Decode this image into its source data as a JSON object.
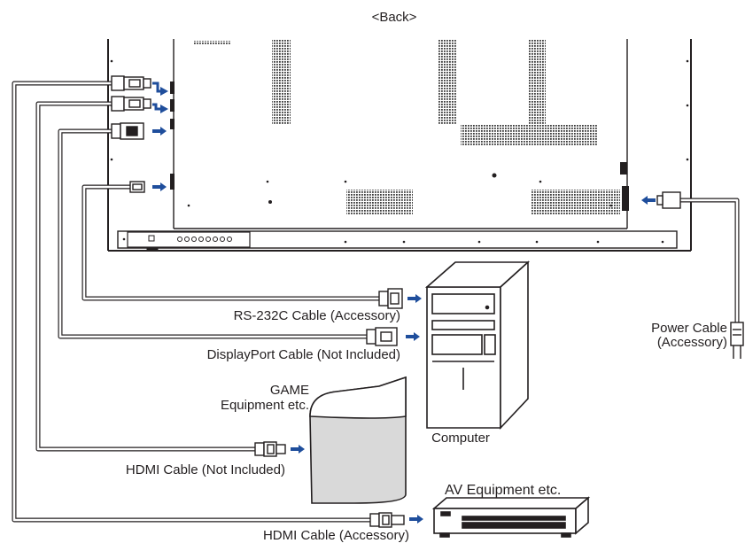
{
  "title": "<Back>",
  "labels": {
    "rs232c_cable": "RS-232C Cable (Accessory)",
    "displayport_cable": "DisplayPort Cable (Not Included)",
    "hdmi_cable_not_included": "HDMI Cable (Not Included)",
    "hdmi_cable_accessory": "HDMI Cable (Accessory)",
    "power_cable_line1": "Power Cable",
    "power_cable_line2": "(Accessory)",
    "game_line1": "GAME",
    "game_line2": "Equipment etc.",
    "computer": "Computer",
    "av_equipment": "AV Equipment etc."
  },
  "colors": {
    "line": "#231f20",
    "arrow": "#1f4e9c",
    "grille": "#3a3a3a",
    "screen": "#d9d9d9"
  },
  "icons": [
    "hdmi-connector-icon",
    "displayport-connector-icon",
    "rs232c-connector-icon",
    "power-plug-icon",
    "arrow-icon"
  ]
}
